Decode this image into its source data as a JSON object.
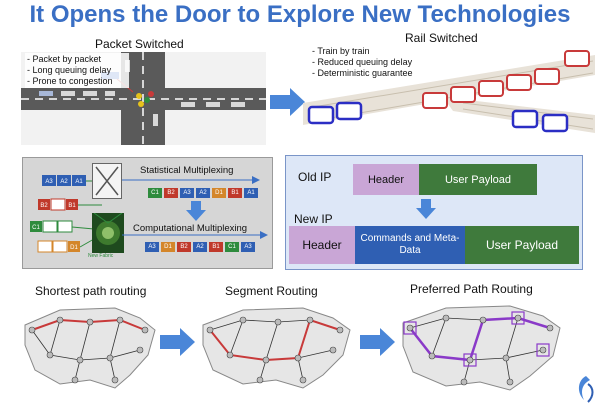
{
  "title": "It Opens the Door to Explore New Technologies",
  "packet": {
    "label": "Packet Switched",
    "bullets": [
      "- Packet by packet",
      "- Long queuing delay",
      "- Prone to congestion"
    ]
  },
  "rail": {
    "label": "Rail Switched",
    "bullets": [
      "- Train by train",
      "- Reduced queuing delay",
      "- Deterministic guarantee"
    ]
  },
  "multiplex": {
    "statistical": "Statistical Multiplexing",
    "computational": "Computational Multiplexing",
    "inputs": [
      {
        "cells": [
          "A3",
          "A2",
          "A1"
        ],
        "color": "#2f5fb3"
      },
      {
        "cells": [
          "B2",
          "",
          "B1"
        ],
        "color": "#c0392b"
      },
      {
        "cells": [
          "C1",
          "",
          ""
        ],
        "color": "#2e8b3d"
      },
      {
        "cells": [
          "",
          "",
          "D1"
        ],
        "color": "#d4862a"
      }
    ],
    "stat_output": [
      "C1",
      "B2",
      "A3",
      "A2",
      "D1",
      "B1",
      "A1"
    ],
    "comp_output": [
      "A3",
      "D1",
      "B2",
      "A2",
      "B1",
      "C1",
      "A3"
    ],
    "fabric_label": "New Fabric"
  },
  "ip": {
    "old_label": "Old IP",
    "new_label": "New IP",
    "old_header": "Header",
    "old_payload": "User Payload",
    "new_header": "Header",
    "new_meta": "Commands and Meta-Data",
    "new_payload": "User Payload"
  },
  "routing": {
    "shortest": "Shortest path routing",
    "segment": "Segment Routing",
    "preferred": "Preferred Path Routing"
  },
  "colors": {
    "title": "#3a6fc4",
    "arrow": "#4a86d8",
    "header": "#c9a6d6",
    "payload": "#3f7a3c",
    "train": "#c83a3a",
    "train_blue": "#2b2ec4"
  }
}
